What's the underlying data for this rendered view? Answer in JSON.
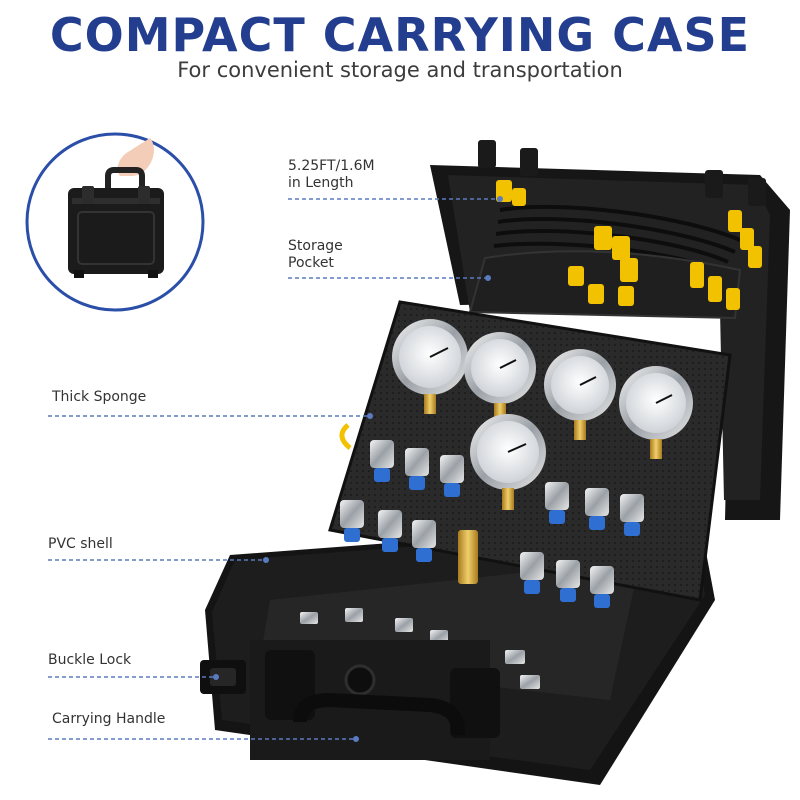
{
  "header": {
    "title": "COMPACT CARRYING CASE",
    "subtitle": "For convenient storage and transportation"
  },
  "callouts": {
    "hose_length_line1": "5.25FT/1.6M",
    "hose_length_line2": "in Length",
    "storage_pocket_line1": "Storage",
    "storage_pocket_line2": "Pocket",
    "thick_sponge": "Thick Sponge",
    "pvc_shell": "PVC shell",
    "buckle_lock": "Buckle Lock",
    "carrying_handle": "Carrying Handle"
  },
  "colors": {
    "title_blue": "#233e8f",
    "callout_line": "#5a7bc0",
    "case_black": "#1a1a1a",
    "hose_yellow": "#f2c200",
    "fitting_blue": "#2f6fd1"
  }
}
